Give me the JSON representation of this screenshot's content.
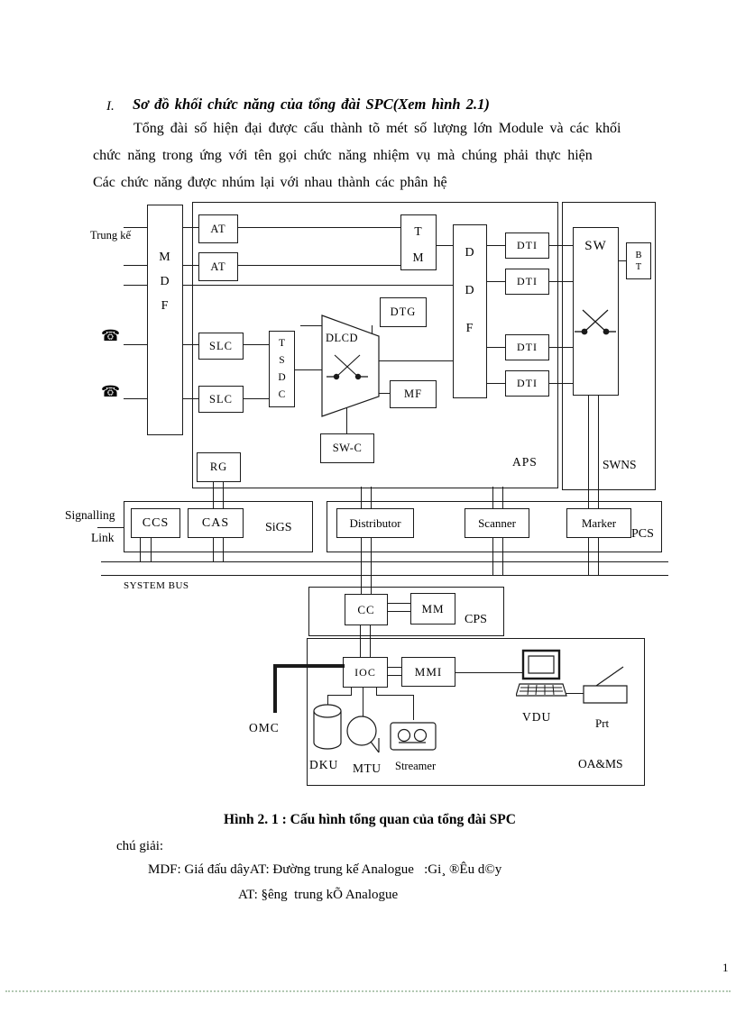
{
  "page": {
    "heading_numeral": "I.",
    "heading_title": "Sơ đồ khối chức năng của tổng đài SPC(Xem hình 2.1)",
    "paragraph_line1": "Tổng đài số hiện đại được cấu thành tõ mét số lượng lớn Module và các khối",
    "paragraph_line2": "chức năng trong ứng với tên gọi chức năng nhiệm vụ mà chúng phải thực hiện",
    "paragraph_line3": "Các chức năng được nhúm lại với nhau thành các phân hệ",
    "caption": "Hình 2. 1 : Cấu hình tổng quan của tổng đài SPC",
    "legend_intro": "chú giải:",
    "legend_line1": "MDF: Giá đấu dâyAT: Đường trung kế Analogue   :Gi¸ ®Êu d©y",
    "legend_line2": "AT: §êng  trung kÕ Analogue",
    "page_number": "1"
  },
  "diagram": {
    "labels": {
      "trung_ke": "Trung kế",
      "mdf": "M\nD\nF",
      "at1": "AT",
      "at2": "AT",
      "slc1": "SLC",
      "slc2": "SLC",
      "tsdc": "T\nS\nD\nC",
      "dlcd": "DLCD",
      "dtg": "DTG",
      "mf": "MF",
      "swc": "SW-C",
      "rg": "RG",
      "tm": "T\nM",
      "ddf": "D\nD\nF",
      "dti1": "DTI",
      "dti2": "DTI",
      "dti3": "DTI",
      "dti4": "DTI",
      "sw": "SW",
      "bt": "B\nT",
      "aps": "APS",
      "swns": "SWNS",
      "signalling": "Signalling",
      "link": "Link",
      "ccs": "CCS",
      "cas": "CAS",
      "sigs": "SiGS",
      "distributor": "Distributor",
      "scanner": "Scanner",
      "marker": "Marker",
      "pcs": "PCS",
      "system_bus": "SYSTEM BUS",
      "cc": "CC",
      "mm": "MM",
      "cps": "CPS",
      "ioc": "IOC",
      "mmi": "MMI",
      "vdu": "VDU",
      "prt": "Prt",
      "dku": "DKU",
      "mtu": "MTU",
      "streamer": "Streamer",
      "oams": "OA&MS",
      "omc": "OMC"
    },
    "icons": {
      "telephone_glyph": "☎"
    },
    "colors": {
      "ink": "#1a1a1a",
      "paper": "#ffffff",
      "footer_dots": "#b2c8b2"
    }
  }
}
